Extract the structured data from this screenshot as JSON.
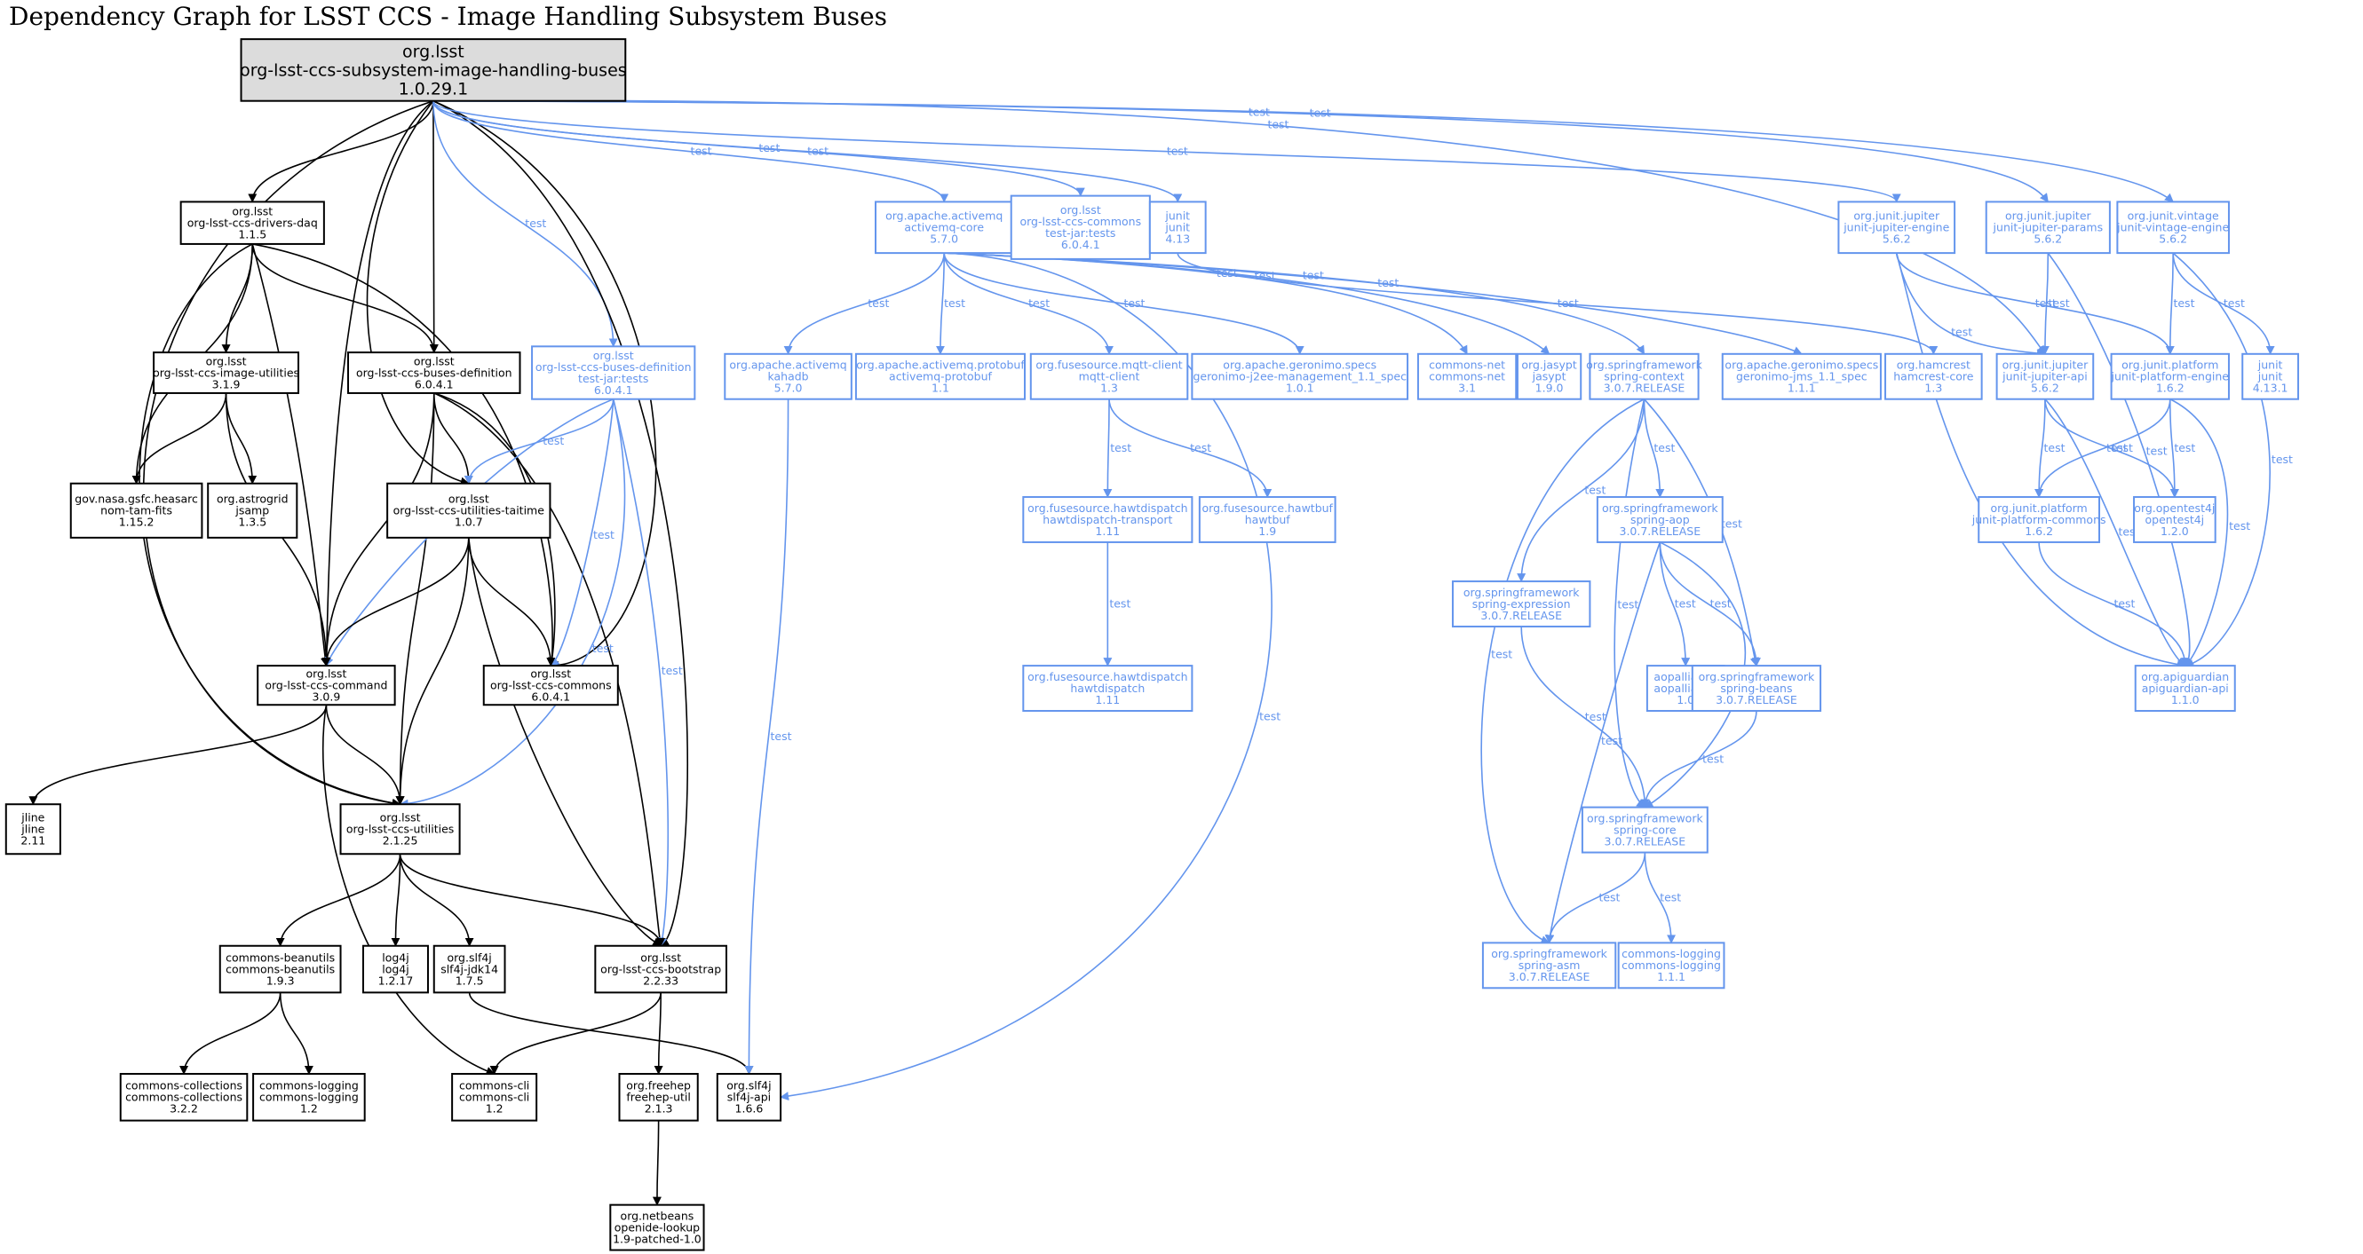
{
  "title": "Dependency Graph for LSST CCS - Image Handling Subsystem Buses",
  "colors": {
    "compile": "#000000",
    "test": "#6495ed",
    "root_fill": "#dcdcdc"
  },
  "edge_label_test": "test",
  "nodes": [
    {
      "id": "root",
      "scope": "compile",
      "root": true,
      "group": "org.lsst",
      "artifact": "org-lsst-ccs-subsystem-image-handling-buses",
      "version": "1.0.29.1"
    },
    {
      "id": "daq",
      "scope": "compile",
      "group": "org.lsst",
      "artifact": "org-lsst-ccs-drivers-daq",
      "version": "1.1.5"
    },
    {
      "id": "imgutil",
      "scope": "compile",
      "group": "org.lsst",
      "artifact": "org-lsst-ccs-image-utilities",
      "version": "3.1.9"
    },
    {
      "id": "busdef",
      "scope": "compile",
      "group": "org.lsst",
      "artifact": "org-lsst-ccs-buses-definition",
      "version": "6.0.4.1"
    },
    {
      "id": "busdeftest",
      "scope": "test",
      "group": "org.lsst",
      "artifact": "org-lsst-ccs-buses-definition",
      "classifier": "test-jar:tests",
      "version": "6.0.4.1"
    },
    {
      "id": "fits",
      "scope": "compile",
      "group": "gov.nasa.gsfc.heasarc",
      "artifact": "nom-tam-fits",
      "version": "1.15.2"
    },
    {
      "id": "jsamp",
      "scope": "compile",
      "group": "org.astrogrid",
      "artifact": "jsamp",
      "version": "1.3.5"
    },
    {
      "id": "taitime",
      "scope": "compile",
      "group": "org.lsst",
      "artifact": "org-lsst-ccs-utilities-taitime",
      "version": "1.0.7"
    },
    {
      "id": "command",
      "scope": "compile",
      "group": "org.lsst",
      "artifact": "org-lsst-ccs-command",
      "version": "3.0.9"
    },
    {
      "id": "commons",
      "scope": "compile",
      "group": "org.lsst",
      "artifact": "org-lsst-ccs-commons",
      "version": "6.0.4.1"
    },
    {
      "id": "jline",
      "scope": "compile",
      "group": "jline",
      "artifact": "jline",
      "version": "2.11"
    },
    {
      "id": "utilities",
      "scope": "compile",
      "group": "org.lsst",
      "artifact": "org-lsst-ccs-utilities",
      "version": "2.1.25"
    },
    {
      "id": "beanutils",
      "scope": "compile",
      "group": "commons-beanutils",
      "artifact": "commons-beanutils",
      "version": "1.9.3"
    },
    {
      "id": "log4j",
      "scope": "compile",
      "group": "log4j",
      "artifact": "log4j",
      "version": "1.2.17"
    },
    {
      "id": "jdk14",
      "scope": "compile",
      "group": "org.slf4j",
      "artifact": "slf4j-jdk14",
      "version": "1.7.5"
    },
    {
      "id": "bootstrap",
      "scope": "compile",
      "group": "org.lsst",
      "artifact": "org-lsst-ccs-bootstrap",
      "version": "2.2.33"
    },
    {
      "id": "collections",
      "scope": "compile",
      "group": "commons-collections",
      "artifact": "commons-collections",
      "version": "3.2.2"
    },
    {
      "id": "clogging12",
      "scope": "compile",
      "group": "commons-logging",
      "artifact": "commons-logging",
      "version": "1.2"
    },
    {
      "id": "cli",
      "scope": "compile",
      "group": "commons-cli",
      "artifact": "commons-cli",
      "version": "1.2"
    },
    {
      "id": "freehep",
      "scope": "compile",
      "group": "org.freehep",
      "artifact": "freehep-util",
      "version": "2.1.3"
    },
    {
      "id": "slf4japi",
      "scope": "compile",
      "group": "org.slf4j",
      "artifact": "slf4j-api",
      "version": "1.6.6"
    },
    {
      "id": "openide",
      "scope": "compile",
      "group": "org.netbeans",
      "artifact": "openide-lookup",
      "version": "1.9-patched-1.0"
    },
    {
      "id": "amqcore",
      "scope": "test",
      "group": "org.apache.activemq",
      "artifact": "activemq-core",
      "version": "5.7.0"
    },
    {
      "id": "commonstest",
      "scope": "test",
      "group": "org.lsst",
      "artifact": "org-lsst-ccs-commons",
      "classifier": "test-jar:tests",
      "version": "6.0.4.1"
    },
    {
      "id": "junit413",
      "scope": "test",
      "group": "junit",
      "artifact": "junit",
      "version": "4.13"
    },
    {
      "id": "kahadb",
      "scope": "test",
      "group": "org.apache.activemq",
      "artifact": "kahadb",
      "version": "5.7.0"
    },
    {
      "id": "protobuf",
      "scope": "test",
      "group": "org.apache.activemq.protobuf",
      "artifact": "activemq-protobuf",
      "version": "1.1"
    },
    {
      "id": "mqtt",
      "scope": "test",
      "group": "org.fusesource.mqtt-client",
      "artifact": "mqtt-client",
      "version": "1.3"
    },
    {
      "id": "j2ee",
      "scope": "test",
      "group": "org.apache.geronimo.specs",
      "artifact": "geronimo-j2ee-management_1.1_spec",
      "version": "1.0.1"
    },
    {
      "id": "cnet",
      "scope": "test",
      "group": "commons-net",
      "artifact": "commons-net",
      "version": "3.1"
    },
    {
      "id": "jasypt",
      "scope": "test",
      "group": "org.jasypt",
      "artifact": "jasypt",
      "version": "1.9.0"
    },
    {
      "id": "springctx",
      "scope": "test",
      "group": "org.springframework",
      "artifact": "spring-context",
      "version": "3.0.7.RELEASE"
    },
    {
      "id": "jms",
      "scope": "test",
      "group": "org.apache.geronimo.specs",
      "artifact": "geronimo-jms_1.1_spec",
      "version": "1.1.1"
    },
    {
      "id": "hamcrest",
      "scope": "test",
      "group": "org.hamcrest",
      "artifact": "hamcrest-core",
      "version": "1.3"
    },
    {
      "id": "hdtransport",
      "scope": "test",
      "group": "org.fusesource.hawtdispatch",
      "artifact": "hawtdispatch-transport",
      "version": "1.11"
    },
    {
      "id": "hawtbuf",
      "scope": "test",
      "group": "org.fusesource.hawtbuf",
      "artifact": "hawtbuf",
      "version": "1.9"
    },
    {
      "id": "hawtdispatch",
      "scope": "test",
      "group": "org.fusesource.hawtdispatch",
      "artifact": "hawtdispatch",
      "version": "1.11"
    },
    {
      "id": "springexpr",
      "scope": "test",
      "group": "org.springframework",
      "artifact": "spring-expression",
      "version": "3.0.7.RELEASE"
    },
    {
      "id": "springaop",
      "scope": "test",
      "group": "org.springframework",
      "artifact": "spring-aop",
      "version": "3.0.7.RELEASE"
    },
    {
      "id": "aopalliance",
      "scope": "test",
      "group": "aopalliance",
      "artifact": "aopalliance",
      "version": "1.0"
    },
    {
      "id": "springbeans",
      "scope": "test",
      "group": "org.springframework",
      "artifact": "spring-beans",
      "version": "3.0.7.RELEASE"
    },
    {
      "id": "springcore",
      "scope": "test",
      "group": "org.springframework",
      "artifact": "spring-core",
      "version": "3.0.7.RELEASE"
    },
    {
      "id": "springasm",
      "scope": "test",
      "group": "org.springframework",
      "artifact": "spring-asm",
      "version": "3.0.7.RELEASE"
    },
    {
      "id": "clogging111",
      "scope": "test",
      "group": "commons-logging",
      "artifact": "commons-logging",
      "version": "1.1.1"
    },
    {
      "id": "jupengine",
      "scope": "test",
      "group": "org.junit.jupiter",
      "artifact": "junit-jupiter-engine",
      "version": "5.6.2"
    },
    {
      "id": "jupparams",
      "scope": "test",
      "group": "org.junit.jupiter",
      "artifact": "junit-jupiter-params",
      "version": "5.6.2"
    },
    {
      "id": "vintage",
      "scope": "test",
      "group": "org.junit.vintage",
      "artifact": "junit-vintage-engine",
      "version": "5.6.2"
    },
    {
      "id": "jupapi",
      "scope": "test",
      "group": "org.junit.jupiter",
      "artifact": "junit-jupiter-api",
      "version": "5.6.2"
    },
    {
      "id": "platengine",
      "scope": "test",
      "group": "org.junit.platform",
      "artifact": "junit-platform-engine",
      "version": "1.6.2"
    },
    {
      "id": "junit4131",
      "scope": "test",
      "group": "junit",
      "artifact": "junit",
      "version": "4.13.1"
    },
    {
      "id": "platcommons",
      "scope": "test",
      "group": "org.junit.platform",
      "artifact": "junit-platform-commons",
      "version": "1.6.2"
    },
    {
      "id": "opentest4j",
      "scope": "test",
      "group": "org.opentest4j",
      "artifact": "opentest4j",
      "version": "1.2.0"
    },
    {
      "id": "apiguardian",
      "scope": "test",
      "group": "org.apiguardian",
      "artifact": "apiguardian-api",
      "version": "1.1.0"
    }
  ],
  "edges": [
    {
      "from": "root",
      "to": "daq",
      "scope": "compile"
    },
    {
      "from": "root",
      "to": "busdef",
      "scope": "compile"
    },
    {
      "from": "root",
      "to": "busdeftest",
      "scope": "test",
      "label": true
    },
    {
      "from": "root",
      "to": "taitime",
      "scope": "compile"
    },
    {
      "from": "root",
      "to": "command",
      "scope": "compile"
    },
    {
      "from": "root",
      "to": "commons",
      "scope": "compile"
    },
    {
      "from": "root",
      "to": "utilities",
      "scope": "compile"
    },
    {
      "from": "root",
      "to": "bootstrap",
      "scope": "compile"
    },
    {
      "from": "root",
      "to": "amqcore",
      "scope": "test",
      "label": true
    },
    {
      "from": "root",
      "to": "commonstest",
      "scope": "test",
      "label": true
    },
    {
      "from": "root",
      "to": "junit413",
      "scope": "test",
      "label": true
    },
    {
      "from": "root",
      "to": "jupengine",
      "scope": "test",
      "label": true
    },
    {
      "from": "root",
      "to": "jupparams",
      "scope": "test",
      "label": true
    },
    {
      "from": "root",
      "to": "vintage",
      "scope": "test",
      "label": true
    },
    {
      "from": "root",
      "to": "jupapi",
      "scope": "test",
      "label": true
    },
    {
      "from": "daq",
      "to": "imgutil",
      "scope": "compile"
    },
    {
      "from": "daq",
      "to": "busdef",
      "scope": "compile"
    },
    {
      "from": "daq",
      "to": "fits",
      "scope": "compile"
    },
    {
      "from": "daq",
      "to": "command",
      "scope": "compile"
    },
    {
      "from": "daq",
      "to": "commons",
      "scope": "compile"
    },
    {
      "from": "daq",
      "to": "utilities",
      "scope": "compile"
    },
    {
      "from": "imgutil",
      "to": "fits",
      "scope": "compile"
    },
    {
      "from": "imgutil",
      "to": "jsamp",
      "scope": "compile"
    },
    {
      "from": "imgutil",
      "to": "command",
      "scope": "compile"
    },
    {
      "from": "busdef",
      "to": "taitime",
      "scope": "compile"
    },
    {
      "from": "busdef",
      "to": "command",
      "scope": "compile"
    },
    {
      "from": "busdef",
      "to": "commons",
      "scope": "compile"
    },
    {
      "from": "busdef",
      "to": "utilities",
      "scope": "compile"
    },
    {
      "from": "busdef",
      "to": "bootstrap",
      "scope": "compile"
    },
    {
      "from": "busdeftest",
      "to": "taitime",
      "scope": "test",
      "label": true
    },
    {
      "from": "busdeftest",
      "to": "command",
      "scope": "test",
      "label": true
    },
    {
      "from": "busdeftest",
      "to": "commons",
      "scope": "test",
      "label": true
    },
    {
      "from": "busdeftest",
      "to": "utilities",
      "scope": "test",
      "label": true
    },
    {
      "from": "busdeftest",
      "to": "bootstrap",
      "scope": "test",
      "label": true
    },
    {
      "from": "taitime",
      "to": "command",
      "scope": "compile"
    },
    {
      "from": "taitime",
      "to": "commons",
      "scope": "compile"
    },
    {
      "from": "taitime",
      "to": "utilities",
      "scope": "compile"
    },
    {
      "from": "taitime",
      "to": "bootstrap",
      "scope": "compile"
    },
    {
      "from": "command",
      "to": "jline",
      "scope": "compile"
    },
    {
      "from": "command",
      "to": "utilities",
      "scope": "compile"
    },
    {
      "from": "command",
      "to": "cli",
      "scope": "compile"
    },
    {
      "from": "utilities",
      "to": "beanutils",
      "scope": "compile"
    },
    {
      "from": "utilities",
      "to": "log4j",
      "scope": "compile"
    },
    {
      "from": "utilities",
      "to": "jdk14",
      "scope": "compile"
    },
    {
      "from": "utilities",
      "to": "bootstrap",
      "scope": "compile"
    },
    {
      "from": "beanutils",
      "to": "collections",
      "scope": "compile"
    },
    {
      "from": "beanutils",
      "to": "clogging12",
      "scope": "compile"
    },
    {
      "from": "jdk14",
      "to": "slf4japi",
      "scope": "compile"
    },
    {
      "from": "bootstrap",
      "to": "cli",
      "scope": "compile"
    },
    {
      "from": "bootstrap",
      "to": "freehep",
      "scope": "compile"
    },
    {
      "from": "freehep",
      "to": "openide",
      "scope": "compile"
    },
    {
      "from": "amqcore",
      "to": "kahadb",
      "scope": "test",
      "label": true
    },
    {
      "from": "amqcore",
      "to": "protobuf",
      "scope": "test",
      "label": true
    },
    {
      "from": "amqcore",
      "to": "mqtt",
      "scope": "test",
      "label": true
    },
    {
      "from": "amqcore",
      "to": "j2ee",
      "scope": "test",
      "label": true
    },
    {
      "from": "amqcore",
      "to": "cnet",
      "scope": "test",
      "label": true
    },
    {
      "from": "amqcore",
      "to": "jasypt",
      "scope": "test",
      "label": true
    },
    {
      "from": "amqcore",
      "to": "springctx",
      "scope": "test",
      "label": true
    },
    {
      "from": "amqcore",
      "to": "jms",
      "scope": "test",
      "label": true
    },
    {
      "from": "amqcore",
      "to": "slf4japi",
      "scope": "test",
      "label": true
    },
    {
      "from": "kahadb",
      "to": "slf4japi",
      "scope": "test",
      "label": true
    },
    {
      "from": "junit413",
      "to": "hamcrest",
      "scope": "test",
      "label": true
    },
    {
      "from": "mqtt",
      "to": "hdtransport",
      "scope": "test",
      "label": true
    },
    {
      "from": "mqtt",
      "to": "hawtbuf",
      "scope": "test",
      "label": true
    },
    {
      "from": "hdtransport",
      "to": "hawtdispatch",
      "scope": "test",
      "label": true
    },
    {
      "from": "springctx",
      "to": "springexpr",
      "scope": "test",
      "label": true
    },
    {
      "from": "springctx",
      "to": "springaop",
      "scope": "test",
      "label": true
    },
    {
      "from": "springctx",
      "to": "springbeans",
      "scope": "test",
      "label": true
    },
    {
      "from": "springctx",
      "to": "springcore",
      "scope": "test",
      "label": true
    },
    {
      "from": "springctx",
      "to": "springasm",
      "scope": "test",
      "label": true
    },
    {
      "from": "springaop",
      "to": "aopalliance",
      "scope": "test",
      "label": true
    },
    {
      "from": "springaop",
      "to": "springbeans",
      "scope": "test",
      "label": true
    },
    {
      "from": "springaop",
      "to": "springcore",
      "scope": "test",
      "label": true
    },
    {
      "from": "springaop",
      "to": "springasm",
      "scope": "test",
      "label": true
    },
    {
      "from": "springexpr",
      "to": "springcore",
      "scope": "test",
      "label": true
    },
    {
      "from": "springbeans",
      "to": "springcore",
      "scope": "test",
      "label": true
    },
    {
      "from": "springcore",
      "to": "springasm",
      "scope": "test",
      "label": true
    },
    {
      "from": "springcore",
      "to": "clogging111",
      "scope": "test",
      "label": true
    },
    {
      "from": "jupengine",
      "to": "jupapi",
      "scope": "test",
      "label": true
    },
    {
      "from": "jupengine",
      "to": "platengine",
      "scope": "test",
      "label": true
    },
    {
      "from": "jupengine",
      "to": "apiguardian",
      "scope": "test",
      "label": true
    },
    {
      "from": "jupparams",
      "to": "jupapi",
      "scope": "test",
      "label": true
    },
    {
      "from": "jupparams",
      "to": "apiguardian",
      "scope": "test",
      "label": true
    },
    {
      "from": "vintage",
      "to": "platengine",
      "scope": "test",
      "label": true
    },
    {
      "from": "vintage",
      "to": "junit4131",
      "scope": "test",
      "label": true
    },
    {
      "from": "vintage",
      "to": "apiguardian",
      "scope": "test",
      "label": true
    },
    {
      "from": "jupapi",
      "to": "platcommons",
      "scope": "test",
      "label": true
    },
    {
      "from": "jupapi",
      "to": "opentest4j",
      "scope": "test",
      "label": true
    },
    {
      "from": "jupapi",
      "to": "apiguardian",
      "scope": "test",
      "label": true
    },
    {
      "from": "platengine",
      "to": "platcommons",
      "scope": "test",
      "label": true
    },
    {
      "from": "platengine",
      "to": "opentest4j",
      "scope": "test",
      "label": true
    },
    {
      "from": "platengine",
      "to": "apiguardian",
      "scope": "test",
      "label": true
    },
    {
      "from": "platcommons",
      "to": "apiguardian",
      "scope": "test",
      "label": true
    }
  ]
}
